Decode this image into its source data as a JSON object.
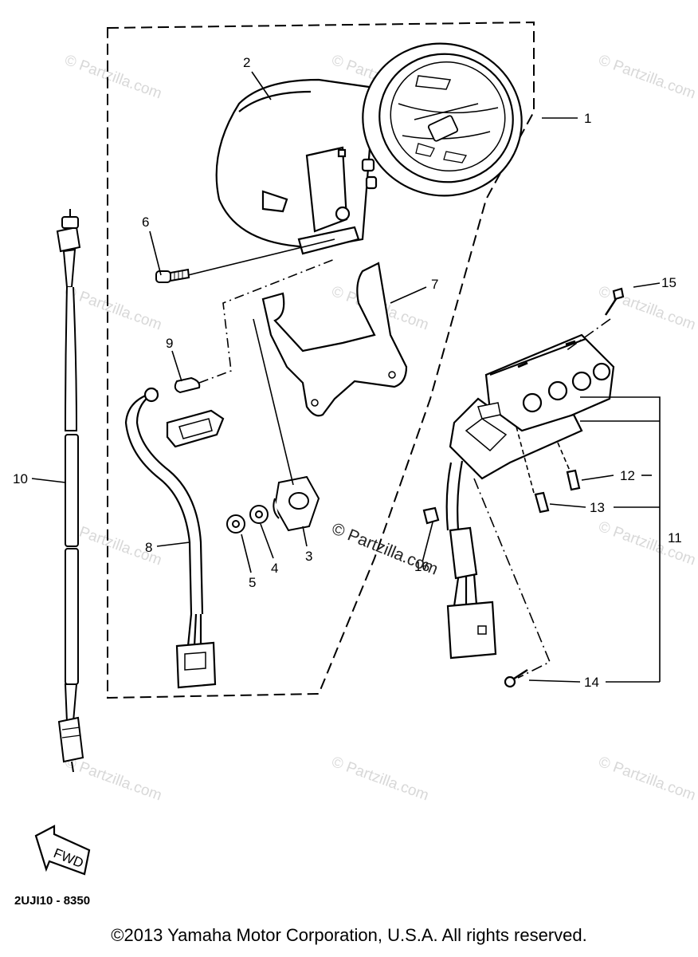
{
  "diagram_code": "2UJI10 - 8350",
  "copyright": "©2013 Yamaha Motor Corporation, U.S.A. All rights reserved.",
  "fwd_label": "FWD",
  "watermark": "© Partzilla.com",
  "callouts": [
    "1",
    "2",
    "3",
    "4",
    "5",
    "6",
    "7",
    "8",
    "9",
    "10",
    "11",
    "12",
    "13",
    "14",
    "15",
    "16"
  ],
  "colors": {
    "line": "#000000",
    "watermark": "#d8d8d8",
    "background": "#ffffff"
  }
}
